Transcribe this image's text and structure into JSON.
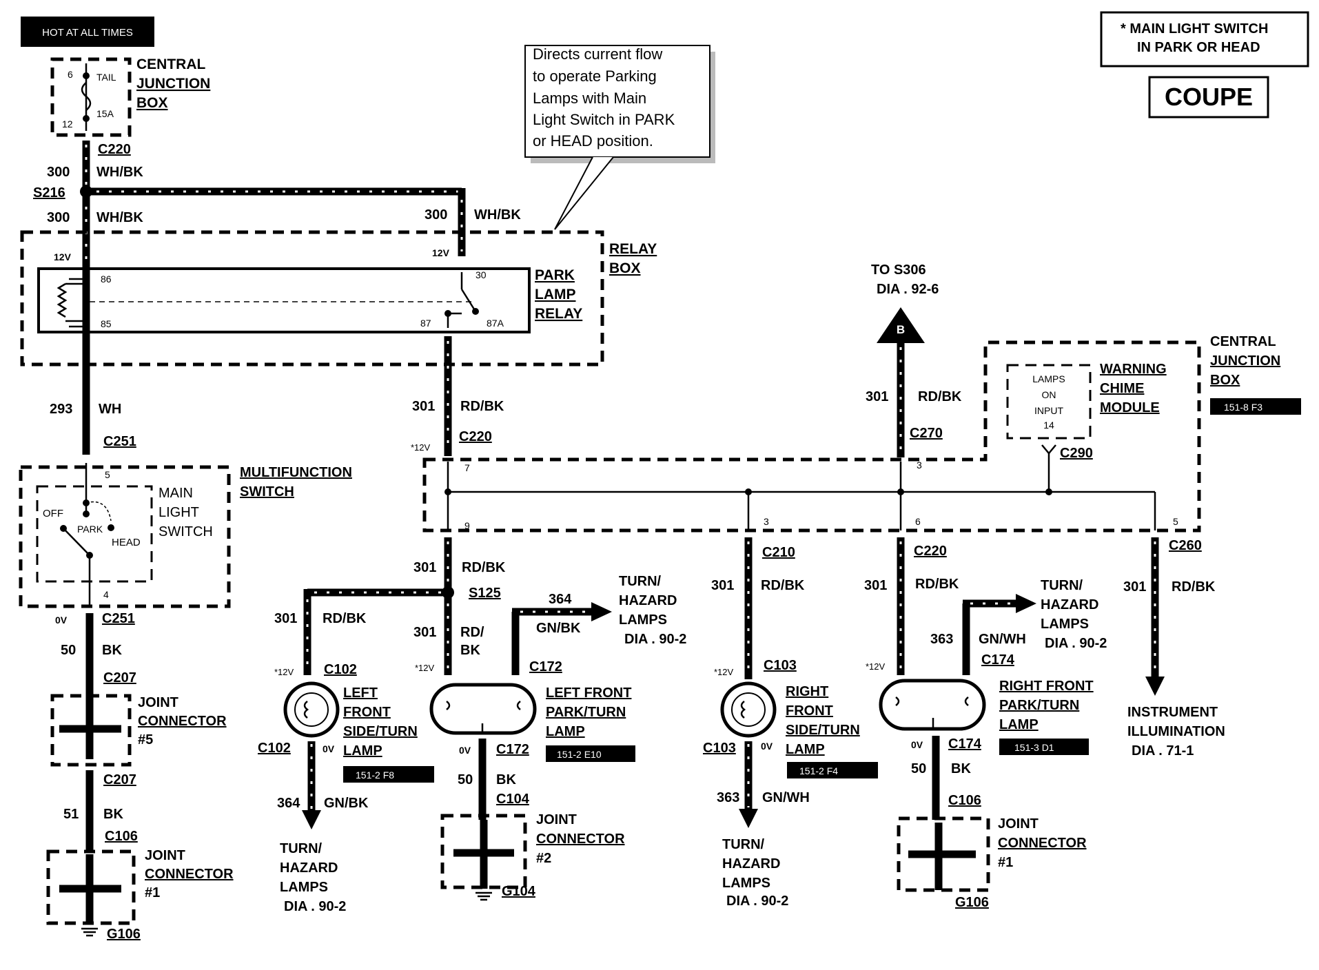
{
  "header": {
    "hot_label": "HOT AT ALL TIMES",
    "legend_note": "*  MAIN LIGHT SWITCH",
    "legend_note2": "IN PARK OR HEAD",
    "variant": "COUPE"
  },
  "callout": {
    "line1": "Directs current flow",
    "line2": "to operate Parking",
    "line3": "Lamps with Main",
    "line4": "Light Switch in PARK",
    "line5": "or HEAD position."
  },
  "components": {
    "cjb_top": [
      "CENTRAL",
      "JUNCTION",
      "BOX"
    ],
    "fuse_label": "TAIL",
    "fuse_rating": "15A",
    "fuse_pin_a": "6",
    "fuse_pin_b": "12",
    "relay_box": [
      "RELAY",
      "BOX"
    ],
    "relay": [
      "PARK",
      "LAMP",
      "RELAY"
    ],
    "relay_pins": {
      "p86": "86",
      "p85": "85",
      "p30": "30",
      "p87": "87",
      "p87a": "87A",
      "v12a": "12V",
      "v12b": "12V"
    },
    "multi_switch": [
      "MULTIFUNCTION",
      "SWITCH"
    ],
    "main_switch": [
      "MAIN",
      "LIGHT",
      "SWITCH"
    ],
    "switch_pos": {
      "off": "OFF",
      "park": "PARK",
      "head": "HEAD",
      "pin5": "5",
      "pin4": "4"
    },
    "cjb_right": [
      "CENTRAL",
      "JUNCTION",
      "BOX"
    ],
    "cjb_right_ref": "151-8  F3",
    "chime": [
      "WARNING",
      "CHIME",
      "MODULE"
    ],
    "chime_input": [
      "LAMPS",
      "ON",
      "INPUT",
      "14"
    ],
    "joint5": [
      "JOINT",
      "CONNECTOR",
      "#5"
    ],
    "joint1a": [
      "JOINT",
      "CONNECTOR",
      "#1"
    ],
    "joint2": [
      "JOINT",
      "CONNECTOR",
      "#2"
    ],
    "joint1b": [
      "JOINT",
      "CONNECTOR",
      "#1"
    ],
    "lf_side": [
      "LEFT",
      "FRONT",
      "SIDE/TURN",
      "LAMP"
    ],
    "lf_side_ref": "151-2  F8",
    "lf_park": [
      "LEFT FRONT",
      "PARK/TURN",
      "LAMP"
    ],
    "lf_park_ref": "151-2  E10",
    "rf_side": [
      "RIGHT",
      "FRONT",
      "SIDE/TURN",
      "LAMP"
    ],
    "rf_side_ref": "151-2  F4",
    "rf_park": [
      "RIGHT FRONT",
      "PARK/TURN",
      "LAMP"
    ],
    "rf_park_ref": "151-3  D1",
    "to_s306": [
      "TO S306",
      "DIA . 92-6"
    ],
    "arrow_b": "B",
    "turn1": [
      "TURN/",
      "HAZARD",
      "LAMPS",
      "DIA . 90-2"
    ],
    "turn2": [
      "TURN/",
      "HAZARD",
      "LAMPS",
      "DIA . 90-2"
    ],
    "turn3": [
      "TURN/",
      "HAZARD",
      "LAMPS",
      "DIA . 90-2"
    ],
    "turn4": [
      "TURN/",
      "HAZARD",
      "LAMPS",
      "DIA . 90-2"
    ],
    "instr": [
      "INSTRUMENT",
      "ILLUMINATION",
      "DIA . 71-1"
    ]
  },
  "circuits": {
    "c300a": "300",
    "wh_bk_a": "WH/BK",
    "c300b": "300",
    "wh_bk_b": "WH/BK",
    "c300c": "300",
    "wh_bk_c": "WH/BK",
    "c293": "293",
    "wh": "WH",
    "c301_relay": "301",
    "rdbk_relay": "RD/BK",
    "c301_s125": "301",
    "rdbk_s125": "RD/BK",
    "c301_lfs": "301",
    "rdbk_lfs": "RD/BK",
    "c301_lfp": "301",
    "rd_lfp": "RD/",
    "bk_lfp": "BK",
    "c364_a": "364",
    "gnbk_a": "GN/BK",
    "c364_b": "364",
    "gnbk_b": "GN/BK",
    "c301_rfs": "301",
    "rdbk_rfs": "RD/BK",
    "c363_a": "363",
    "gnwh_a": "GN/WH",
    "c301_rfp": "301",
    "rdbk_rfp": "RD/BK",
    "c363_b": "363",
    "gnwh_b": "GN/WH",
    "c301_s306": "301",
    "rdbk_s306": "RD/BK",
    "c301_instr": "301",
    "rdbk_instr": "RD/BK",
    "c50_a": "50",
    "bk_a": "BK",
    "c51": "51",
    "bk_b": "BK",
    "c50_b": "50",
    "bk_c": "BK",
    "c50_c": "50",
    "bk_d": "BK"
  },
  "connectors": {
    "c220a": "C220",
    "s216": "S216",
    "c251a": "C251",
    "c251b": "C251",
    "c207a": "C207",
    "c207b": "C207",
    "c106a": "C106",
    "g106a": "G106",
    "c220b": "C220",
    "c220c": "C220",
    "s125": "S125",
    "c102a": "C102",
    "c102b": "C102",
    "c172a": "C172",
    "c172b": "C172",
    "c104": "C104",
    "g104": "G104",
    "c210": "C210",
    "c103a": "C103",
    "c103b": "C103",
    "c174a": "C174",
    "c174b": "C174",
    "c106b": "C106",
    "g106b": "G106",
    "c270": "C270",
    "c290": "C290",
    "c260": "C260"
  },
  "voltages": {
    "v12_c220": "*12V",
    "v12_c102": "*12V",
    "v12_c172": "*12V",
    "v12_c103": "*12V",
    "v12_c220c": "*12V",
    "v0_c251": "0V",
    "v0_c102": "0V",
    "v0_c172": "0V",
    "v0_c103": "0V",
    "v0_c174": "0V"
  },
  "pins": {
    "p7": "7",
    "p9": "9",
    "p3a": "3",
    "p3b": "3",
    "p6": "6",
    "p5": "5"
  }
}
